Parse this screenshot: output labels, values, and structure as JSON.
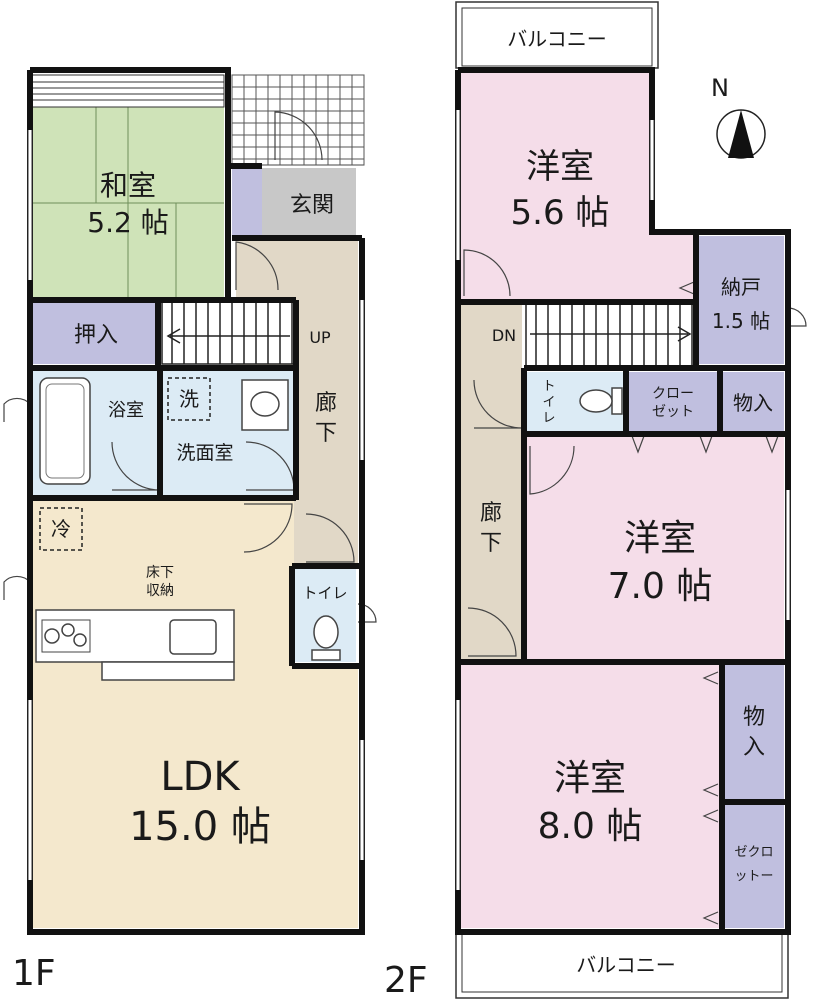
{
  "colors": {
    "wall": "#111111",
    "washitsu": "#cfe3b8",
    "yoshitsu": "#f5dde9",
    "storage": "#c0bfdf",
    "hall": "#e1d8c7",
    "water": "#dcebf5",
    "ldk": "#f4e8cd",
    "genkan": "#c8c8c8",
    "white": "#ffffff"
  },
  "floor1": {
    "label": "1F",
    "washitsu": {
      "name": "和室",
      "size": "5.2 帖"
    },
    "genkan": "玄関",
    "oshiire": "押入",
    "stairs_up": "UP",
    "hallway": [
      "廊",
      "下"
    ],
    "bath": "浴室",
    "wash_mark": "洗",
    "washroom": "洗面室",
    "fridge_mark": "冷",
    "underfloor": [
      "床下",
      "収納"
    ],
    "toilet": "トイレ",
    "ldk": {
      "name": "LDK",
      "size": "15.0 帖"
    }
  },
  "floor2": {
    "label": "2F",
    "balcony_top": "バルコニー",
    "balcony_bottom": "バルコニー",
    "compass": "N",
    "room_a": {
      "name": "洋室",
      "size": "5.6 帖"
    },
    "nando": {
      "name": "納戸",
      "size": "1.5 帖"
    },
    "stairs_down": "DN",
    "hallway": [
      "廊",
      "下"
    ],
    "toilet": [
      "ト",
      "イ",
      "レ"
    ],
    "closet": [
      "クロー",
      "ゼット"
    ],
    "monoire": "物入",
    "room_b": {
      "name": "洋室",
      "size": "7.0 帖"
    },
    "room_c": {
      "name": "洋室",
      "size": "8.0 帖"
    },
    "monoire_v": [
      "物",
      "入"
    ],
    "closet_v": [
      "ゼクロ",
      "ットー"
    ]
  }
}
